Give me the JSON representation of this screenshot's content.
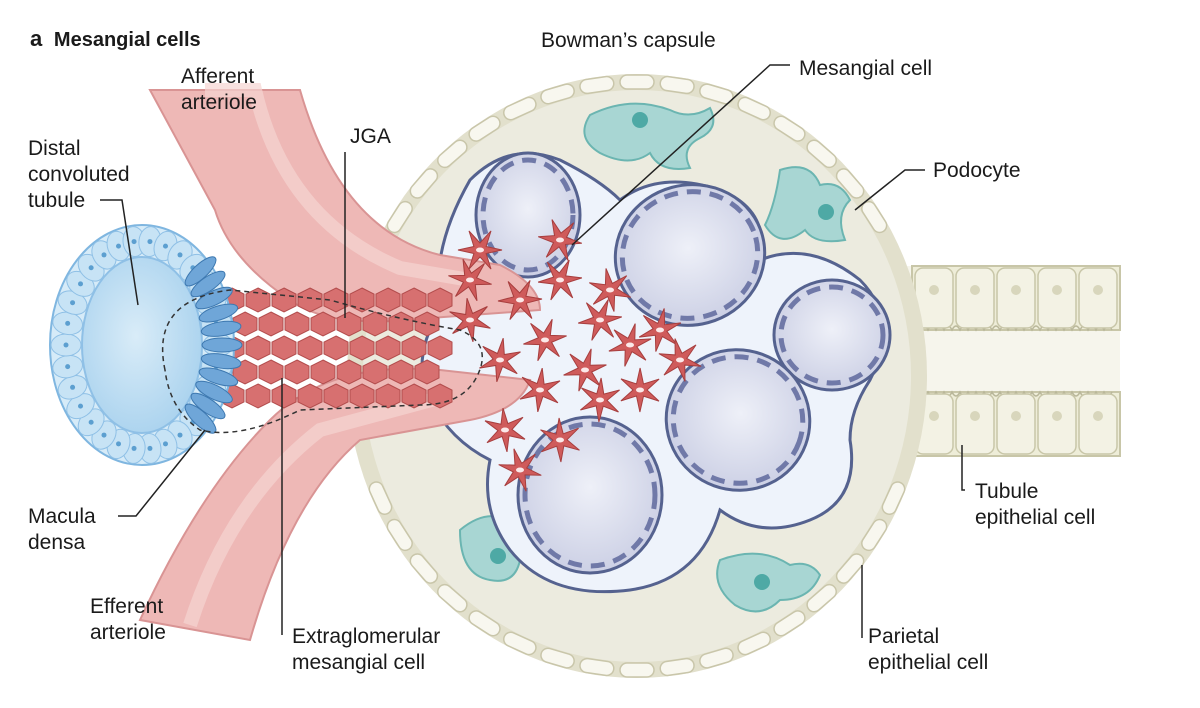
{
  "panel": {
    "letter": "a",
    "title": "Mesangial cells"
  },
  "labels": {
    "bowmans_capsule": "Bowman’s capsule",
    "mesangial_cell": "Mesangial cell",
    "podocyte": "Podocyte",
    "afferent_1": "Afferent",
    "afferent_2": "arteriole",
    "jga": "JGA",
    "distal_1": "Distal",
    "distal_2": "convoluted",
    "distal_3": "tubule",
    "macula_1": "Macula",
    "macula_2": "densa",
    "efferent_1": "Efferent",
    "efferent_2": "arteriole",
    "extraglom_1": "Extraglomerular",
    "extraglom_2": "mesangial cell",
    "tubule_epi_1": "Tubule",
    "tubule_epi_2": "epithelial cell",
    "parietal_1": "Parietal",
    "parietal_2": "epithelial cell"
  },
  "colors": {
    "capsule_fill": "#ecebdf",
    "capsule_cell": "#f7f6ee",
    "vessel": "#e9a8a8",
    "vessel_dark": "#d98383",
    "mesangial": "#cf5b5b",
    "capillary_fill": "#d6d8ea",
    "capillary_edge": "#5a6696",
    "podocyte": "#9fd0cd",
    "podocyte_dark": "#4ea9a5",
    "tubule_blue": "#b9dcf1",
    "tubule_blue_dark": "#6aa4d6"
  }
}
